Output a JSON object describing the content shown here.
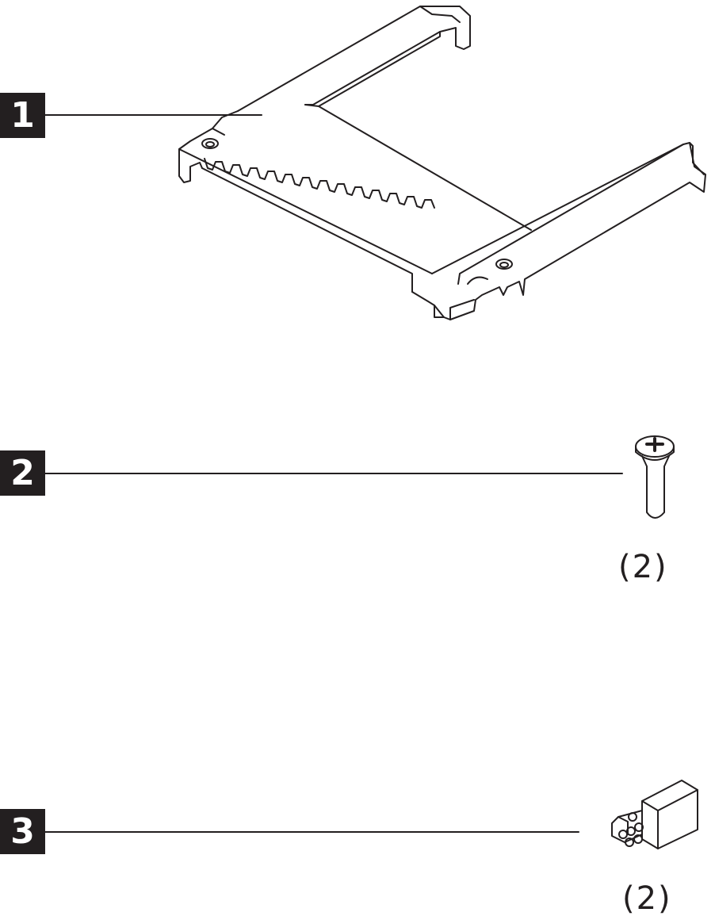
{
  "parts": [
    {
      "number": "1",
      "icon": "bracket-tray",
      "quantity": ""
    },
    {
      "number": "2",
      "icon": "screw",
      "quantity": "(2)"
    },
    {
      "number": "3",
      "icon": "connector",
      "quantity": "(2)"
    }
  ],
  "colors": {
    "ink": "#231f20",
    "background": "#ffffff"
  }
}
